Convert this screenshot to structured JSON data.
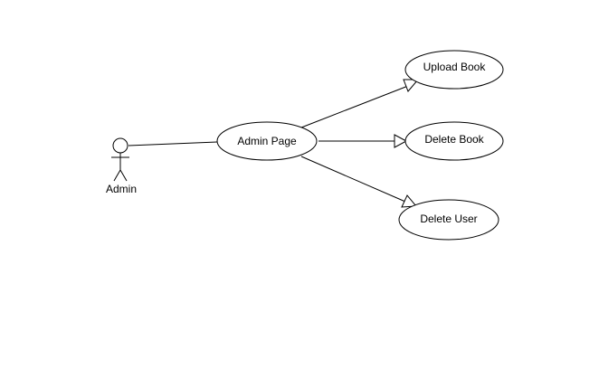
{
  "diagram": {
    "type": "use-case",
    "actor": {
      "label": "Admin"
    },
    "use_cases": {
      "admin_page": "Admin Page",
      "upload_book": "Upload Book",
      "delete_book": "Delete Book",
      "delete_user": "Delete User"
    },
    "relations": [
      {
        "from": "Admin",
        "to": "Admin Page",
        "kind": "association"
      },
      {
        "from": "Admin Page",
        "to": "Upload Book",
        "kind": "generalization"
      },
      {
        "from": "Admin Page",
        "to": "Delete Book",
        "kind": "generalization"
      },
      {
        "from": "Admin Page",
        "to": "Delete User",
        "kind": "generalization"
      }
    ]
  }
}
